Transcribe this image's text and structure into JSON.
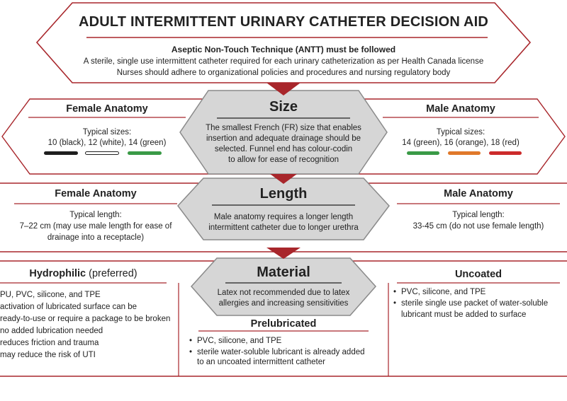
{
  "header": {
    "title": "ADULT INTERMITTENT URINARY CATHETER DECISION AID",
    "subtitle": "Aseptic Non-Touch Technique (ANTT) must be followed",
    "line1": "A sterile, single use intermittent catheter required for each urinary catheterization as per Health Canada license",
    "line2": "Nurses should adhere to organizational policies and procedures and nursing regulatory body"
  },
  "size": {
    "title": "Size",
    "desc": [
      "The smallest French (FR) size that enables",
      "insertion and adequate drainage should be",
      "selected. Funnel end has colour-codin",
      "to allow for ease of recognition"
    ],
    "female": {
      "heading": "Female Anatomy",
      "label": "Typical sizes:",
      "values": "10 (black), 12 (white), 14 (green)",
      "swatches": [
        "#1e1e1e",
        "#ffffff",
        "#3a9a46"
      ]
    },
    "male": {
      "heading": "Male Anatomy",
      "label": "Typical sizes:",
      "values": "14 (green), 16 (orange), 18 (red)",
      "swatches": [
        "#3a9a46",
        "#e0782a",
        "#cc2b2b"
      ]
    }
  },
  "length": {
    "title": "Length",
    "desc": [
      "Male anatomy requires a longer length",
      "intermittent catheter due to longer urethra"
    ],
    "female": {
      "heading": "Female Anatomy",
      "label": "Typical length:",
      "line1": "7–22 cm (may use male length for ease of",
      "line2": "drainage into a receptacle)"
    },
    "male": {
      "heading": "Male Anatomy",
      "label": "Typical length:",
      "line1": "33-45 cm (do not use female length)"
    }
  },
  "material": {
    "title": "Material",
    "desc": [
      "Latex not recommended due to latex",
      "allergies and increasing sensitivities"
    ],
    "hydrophilic": {
      "heading": "Hydrophilic",
      "note": "(preferred)",
      "items": [
        "PU, PVC, silicone, and TPE",
        "activation of lubricated surface can be",
        "ready-to-use or require a package to be broken",
        "no added lubrication needed",
        "reduces friction and trauma",
        "may reduce the risk of UTI"
      ]
    },
    "prelubricated": {
      "heading": "Prelubricated",
      "items": [
        "PVC, silicone, and TPE",
        "sterile water-soluble lubricant is already added"
      ],
      "continuation": "to an uncoated intermittent catheter"
    },
    "uncoated": {
      "heading": "Uncoated",
      "items": [
        "PVC, silicone, and TPE",
        "sterile single use packet of water-soluble"
      ],
      "continuation": "lubricant must be added to surface"
    }
  },
  "colors": {
    "accent": "#a8262b",
    "panel_fill": "#d6d6d6",
    "white_swatch_border": "#222222"
  }
}
